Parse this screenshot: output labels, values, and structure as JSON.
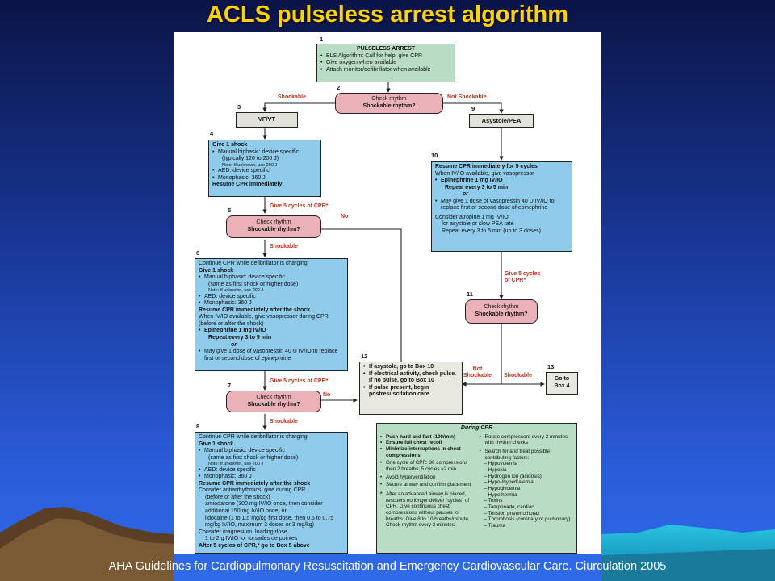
{
  "slide": {
    "title": "ACLS pulseless arrest algorithm",
    "citation": "AHA Guidelines for Cardiopulmonary Resuscitation and Emergency Cardiovascular Care. Ciurculation 2005",
    "colors": {
      "title": "#ffd200",
      "box_green": "#b9dcc4",
      "box_blue": "#8fcbea",
      "box_pink": "#eab2b8",
      "label_red": "#c0311f"
    }
  },
  "nums": {
    "n1": "1",
    "n2": "2",
    "n3": "3",
    "n4": "4",
    "n5": "5",
    "n6": "6",
    "n7": "7",
    "n8": "8",
    "n9": "9",
    "n10": "10",
    "n11": "11",
    "n12": "12",
    "n13": "13"
  },
  "labels": {
    "shockable": "Shockable",
    "not_shockable": "Not Shockable",
    "not_shockable_2line": "Not\nShockable",
    "no": "No",
    "give5": "Give 5 cycles of CPR*",
    "give5_2line": "Give 5 cycles\nof CPR*"
  },
  "box1": {
    "title": "PULSELESS ARREST",
    "items": [
      "BLS Algorithm: Call for help, give CPR",
      "Give oxygen when available",
      "Attach monitor/defibrillator when available"
    ]
  },
  "box2": {
    "line1": "Check rhythm",
    "line2": "Shockable rhythm?"
  },
  "box3": {
    "text": "VF/VT"
  },
  "box9": {
    "text": "Asystole/PEA"
  },
  "box4": {
    "title": "Give 1 shock",
    "i1": "Manual biphasic: device specific",
    "i1b": "(typically 120 to 200 J)",
    "note": "Note: If unknown, use 200 J",
    "i2": "AED: device specific",
    "i3": "Monophasic: 360 J",
    "footer": "Resume CPR immediately"
  },
  "box5": {
    "line1": "Check rhythm",
    "line2": "Shockable rhythm?"
  },
  "box6": {
    "l1": "Continue CPR while defibrillator is charging",
    "l2": "Give 1 shock",
    "i1": "Manual biphasic: device specific",
    "i1b": "(same as first shock or higher dose)",
    "note": "Note: If unknown, use 200 J",
    "i2": "AED: device specific",
    "i3": "Monophasic: 360 J",
    "l3": "Resume CPR immediately after the shock",
    "l4": "When IV/IO available, give vasopressor during CPR",
    "l5": "(before or after the shock)",
    "i4": "Epinephrine 1 mg IV/IO",
    "i4b": "Repeat every 3 to 5 min",
    "or": "or",
    "i5": "May give 1 dose of vasopressin 40 U IV/IO to replace first or second dose of epinephrine"
  },
  "box7": {
    "line1": "Check rhythm",
    "line2": "Shockable rhythm?"
  },
  "box8": {
    "l1": "Continue CPR while defibrillator is charging",
    "l2": "Give 1 shock",
    "i1": "Manual biphasic: device specific",
    "i1b": "(same as first shock or higher dose)",
    "note": "Note: If unknown, use 200 J",
    "i2": "AED: device specific",
    "i3": "Monophasic: 360 J",
    "l3": "Resume CPR immediately after the shock",
    "l4": "Consider antiarrhythmics; give during CPR",
    "l5": "(before or after the shock)",
    "l6": "amiodarone (300 mg IV/IO once, then consider additional 150 mg IV/IO once) or",
    "l7": "lidocaine (1 to 1.5 mg/kg first dose, then 0.5 to 0.75 mg/kg IV/IO, maximum 3 doses or 3 mg/kg)",
    "l8": "Consider magnesium, loading dose",
    "l9": "1 to 2 g IV/IO for torsades de pointes",
    "l10": "After 5 cycles of CPR,* go to Box 5 above"
  },
  "box10": {
    "l1": "Resume CPR immediately for 5 cycles",
    "l2": "When IV/IO available, give vasopressor",
    "i1": "Epinephrine 1 mg IV/IO",
    "i1b": "Repeat every 3 to 5 min",
    "or": "or",
    "i2": "May give 1 dose of vasopressin 40 U IV/IO to replace first or second dose of epinephrine",
    "l3": "Consider atropine 1 mg IV/IO",
    "l4": "for asystole or slow PEA rate",
    "l5": "Repeat every 3 to 5 min (up to 3 doses)"
  },
  "box11": {
    "line1": "Check rhythm",
    "line2": "Shockable rhythm?"
  },
  "box12": {
    "i1": "If asystole, go to Box 10",
    "i2": "If electrical activity, check pulse. If no pulse, go to Box 10",
    "i3": "If pulse present, begin postresuscitation care"
  },
  "box13": {
    "line1": "Go to",
    "line2": "Box 4"
  },
  "during": {
    "title": "During CPR",
    "left": [
      "Push hard and fast (100/min)",
      "Ensure full chest recoil",
      "Minimize interruptions in chest compressions",
      "One cycle of CPR: 30 compressions then 2 breaths; 5 cycles ≈2 min",
      "Avoid hyperventilation",
      "Secure airway and confirm placement"
    ],
    "note": "After an advanced airway is placed, rescuers no longer deliver \"cycles\" of CPR. Give continuous chest compressions without pauses for breaths. Give 8 to 10 breaths/minute. Check rhythm every 2 minutes",
    "right1": "Rotate compressors every 2 minutes with rhythm checks",
    "right2": "Search for and treat possible contributing factors:",
    "factors": [
      "Hypovolemia",
      "Hypoxia",
      "Hydrogen ion (acidosis)",
      "Hypo-/hyperkalemia",
      "Hypoglycemia",
      "Hypothermia",
      "Toxins",
      "Tamponade, cardiac",
      "Tension pneumothorax",
      "Thrombosis (coronary or pulmonary)",
      "Trauma"
    ]
  }
}
